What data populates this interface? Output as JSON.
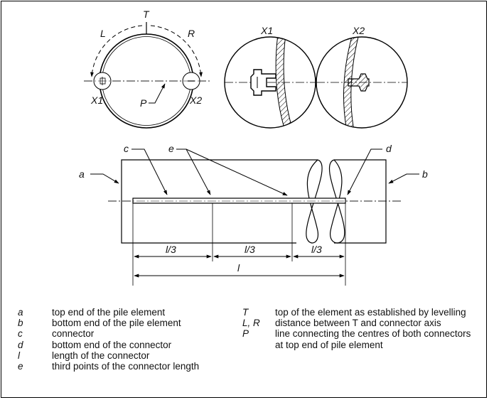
{
  "figure": {
    "labels": {
      "T": "T",
      "L": "L",
      "R": "R",
      "X1": "X1",
      "X2": "X2",
      "P": "P",
      "X1_detail": "X1",
      "X2_detail": "X2",
      "a": "a",
      "b": "b",
      "c": "c",
      "d": "d",
      "e": "e",
      "third1": "l/3",
      "third2": "l/3",
      "third3": "l/3",
      "length": "l"
    }
  },
  "legend": {
    "left": [
      {
        "symbol": "a",
        "text": "top end of the pile element"
      },
      {
        "symbol": "b",
        "text": "bottom end of the pile element"
      },
      {
        "symbol": "c",
        "text": "connector"
      },
      {
        "symbol": "d",
        "text": "bottom end of the connector"
      },
      {
        "symbol": "l",
        "text": "length of the connector"
      },
      {
        "symbol": "e",
        "text": "third points of the connector length"
      }
    ],
    "right": [
      {
        "symbol": "T",
        "text": "top of the element as established by levelling"
      },
      {
        "symbol": "L, R",
        "text": "distance between T and connector axis"
      },
      {
        "symbol": "P",
        "text": "line connecting the centres of both connectors at top end of pile element"
      }
    ]
  }
}
